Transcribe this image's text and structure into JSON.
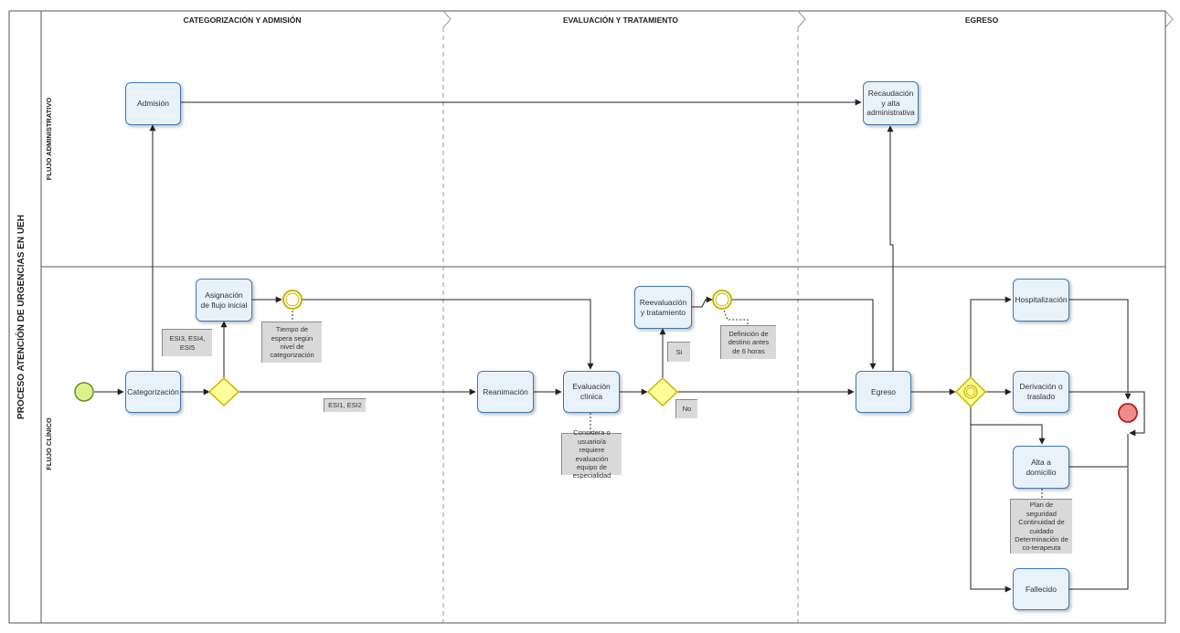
{
  "pool_title": "PROCESO ATENCIÓN DE URGENCIAS EN UEH",
  "lanes": {
    "administrativo": "FLUJO ADMINISTRATIVO",
    "clinico": "FLUJO CLÍNICO"
  },
  "phases": {
    "categorizacion": "CATEGORIZACIÓN Y ADMISIÓN",
    "evaluacion": "EVALUACIÓN Y TRATAMIENTO",
    "egreso": "EGRESO"
  },
  "tasks": {
    "admision": "Admisión",
    "recaudacion": "Recaudación y alta administrativa",
    "asignacion": "Asignación de flujo inicial",
    "categorizacion": "Categorización",
    "reanimacion": "Reanimación",
    "evaluacion": "Evaluación clínica",
    "reevaluacion": "Reevaluación y tratamiento",
    "egreso": "Egreso",
    "hospitalizacion": "Hospitalización",
    "derivacion": "Derivación o traslado",
    "alta_domicilio": "Alta a domicilio",
    "fallecido": "Fallecido"
  },
  "notes": {
    "esi345": "ESI3, ESI4, ESI5",
    "tiempo_espera": "Tiempo de espera según nivel de categorización",
    "esi12": "ESI1, ESI2",
    "considera": "Considera o usuario/a requiere evaluación equipo de especialidad",
    "si": "Si",
    "no": "No",
    "definicion_destino": "Definición de destino antes de 6 horas",
    "plan_seguridad": "Plan de seguridad Continuidad de cuidado Determinación de co-terapeuta"
  },
  "colors": {
    "task_border": "#3a7ab8",
    "task_fill": "#e9f1f9",
    "gateway_fill": "#ffff99",
    "gateway_border": "#c9b400",
    "start_fill": "#ddf28c",
    "end_fill": "#f08b8b",
    "note_fill": "#d9d9d9"
  }
}
